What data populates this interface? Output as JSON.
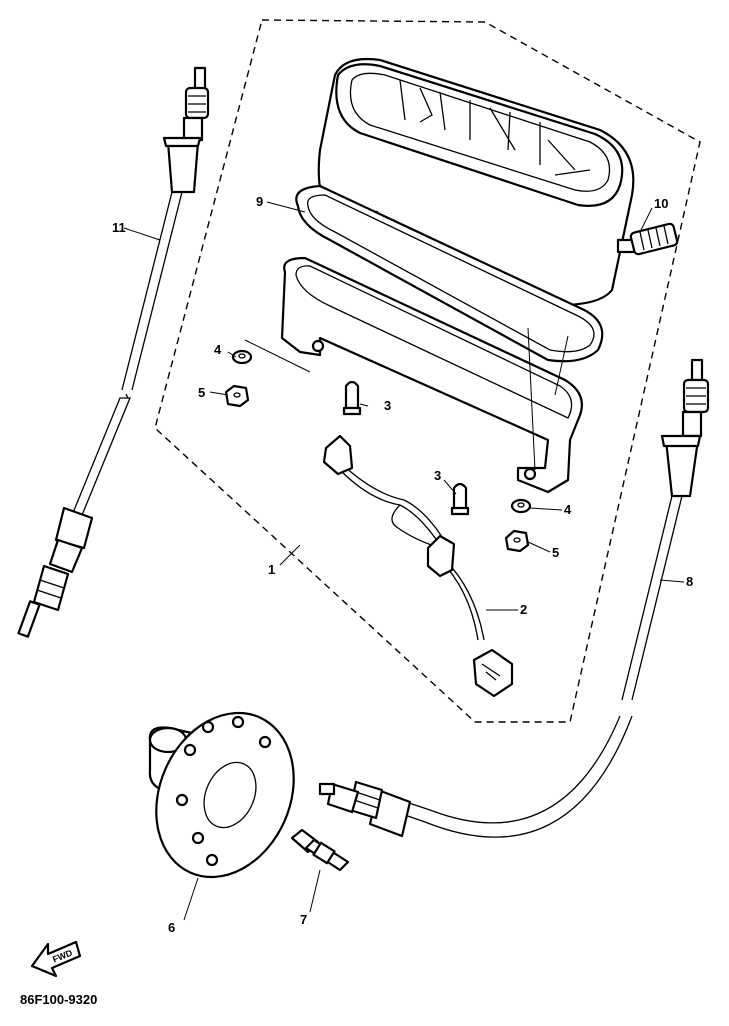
{
  "diagram": {
    "code": "86F100-9320",
    "fwd_label": "FWD",
    "callouts": [
      {
        "id": "c1",
        "label": "1"
      },
      {
        "id": "c2",
        "label": "2"
      },
      {
        "id": "c3a",
        "label": "3"
      },
      {
        "id": "c3b",
        "label": "3"
      },
      {
        "id": "c4a",
        "label": "4"
      },
      {
        "id": "c4b",
        "label": "4"
      },
      {
        "id": "c5a",
        "label": "5"
      },
      {
        "id": "c5b",
        "label": "5"
      },
      {
        "id": "c6",
        "label": "6"
      },
      {
        "id": "c7",
        "label": "7"
      },
      {
        "id": "c8",
        "label": "8"
      },
      {
        "id": "c9",
        "label": "9"
      },
      {
        "id": "c10",
        "label": "10"
      },
      {
        "id": "c11",
        "label": "11"
      }
    ]
  }
}
